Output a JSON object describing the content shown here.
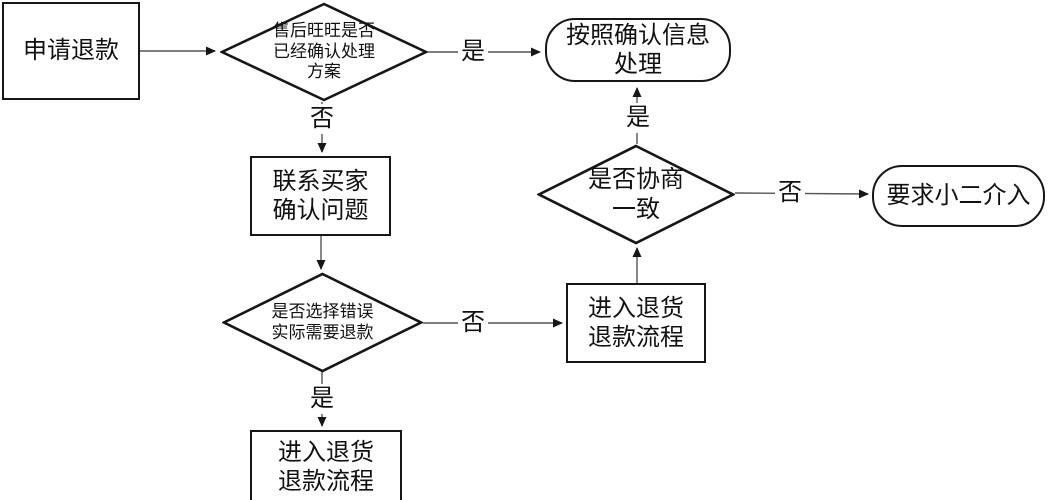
{
  "diagram": {
    "type": "flowchart",
    "language": "zh-CN",
    "topic": "退款申请处理流程"
  },
  "nodes": {
    "apply_refund": {
      "label": "申请退款",
      "shape": "rectangle"
    },
    "wangwang_confirm": {
      "label": "售后旺旺是否\n已经确认处理\n方案",
      "shape": "diamond"
    },
    "handle_confirmed": {
      "label": "按照确认信息\n处理",
      "shape": "rounded"
    },
    "contact_buyer": {
      "label": "联系买家\n确认问题",
      "shape": "rectangle"
    },
    "negotiation": {
      "label": "是否协商\n一致",
      "shape": "diamond"
    },
    "xiaoer": {
      "label": "要求小二介入",
      "shape": "rounded"
    },
    "wrong_choice": {
      "label": "是否选择错误\n实际需要退款",
      "shape": "diamond"
    },
    "return_mid": {
      "label": "进入退货\n退款流程",
      "shape": "rectangle"
    },
    "return_bottom": {
      "label": "进入退货\n退款流程",
      "shape": "rectangle"
    }
  },
  "edge_labels": {
    "d1_yes": "是",
    "d1_no": "否",
    "d2_yes": "是",
    "d2_no": "否",
    "d3_no": "否",
    "d3_yes": "是"
  },
  "colors": {
    "background": "#ffffff",
    "shape_border": "#161616",
    "connector": "#444444",
    "text": "#111111"
  }
}
